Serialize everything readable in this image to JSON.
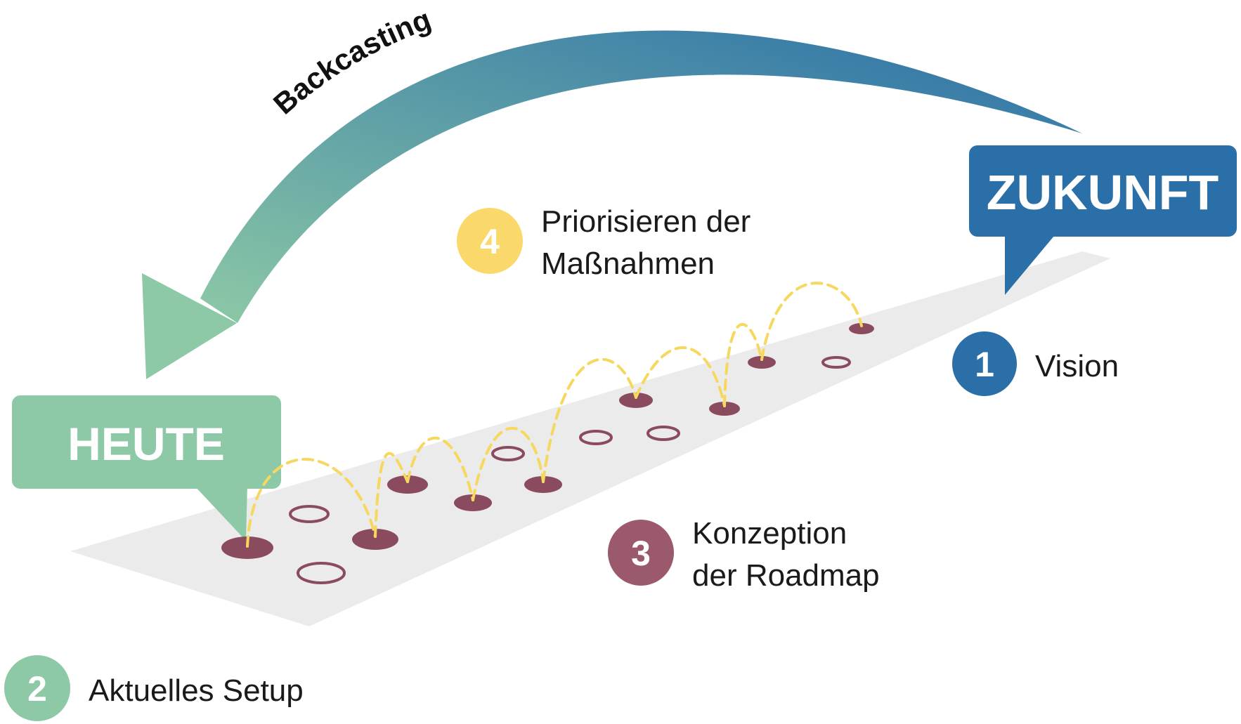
{
  "arrow": {
    "label": "Backcasting"
  },
  "bubbles": {
    "future": {
      "label": "ZUKUNFT",
      "color": "#2a6fa8"
    },
    "today": {
      "label": "HEUTE",
      "color": "#8dc9a6"
    }
  },
  "steps": [
    {
      "number": "1",
      "lines": [
        "Vision"
      ],
      "color": "#2a6fa8"
    },
    {
      "number": "2",
      "lines": [
        "Aktuelles Setup"
      ],
      "color": "#8dc9a6"
    },
    {
      "number": "3",
      "lines": [
        "Konzeption",
        "der Roadmap"
      ],
      "color": "#9b5a6b"
    },
    {
      "number": "4",
      "lines": [
        "Priorisieren der",
        "Maßnahmen"
      ],
      "color": "#fad86a"
    }
  ],
  "colors": {
    "milestone": "#8a4b5e",
    "jump_path": "#f6d860",
    "road": "#ebebeb",
    "arrow_start": "#8dc9a6",
    "arrow_end": "#2a6fa8"
  }
}
